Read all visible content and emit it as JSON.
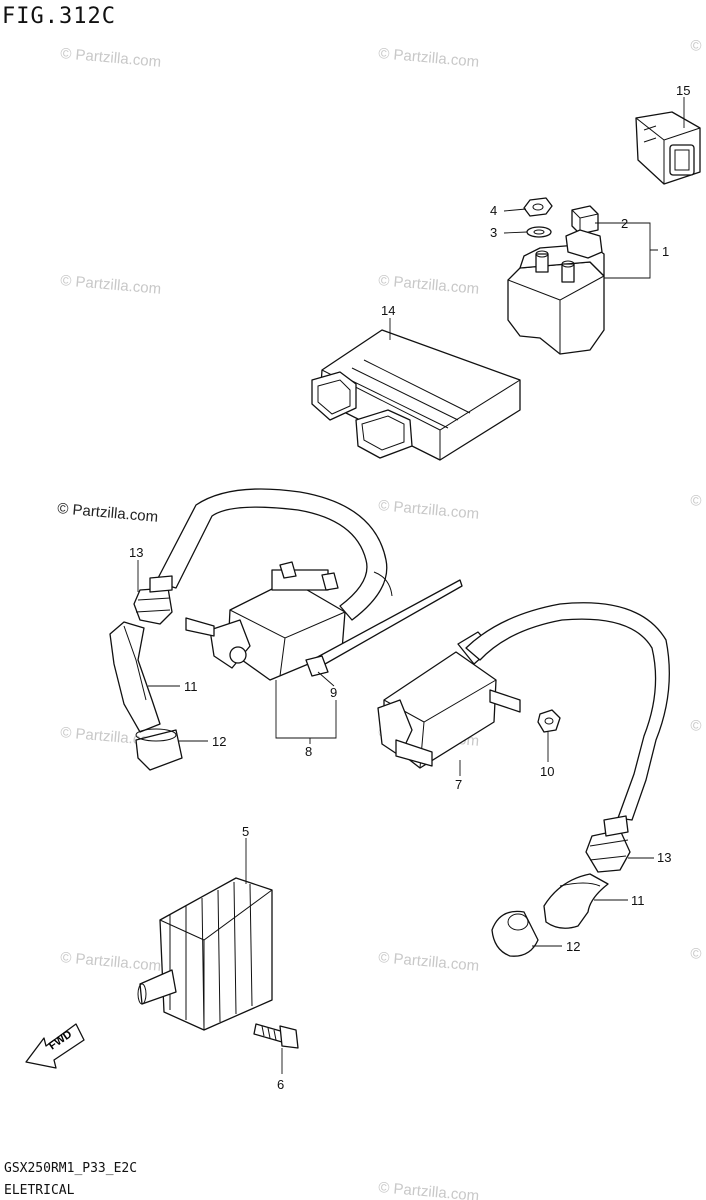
{
  "header": {
    "figure": "FIG.312C"
  },
  "footer": {
    "model_code": "GSX250RM1_P33_E2C",
    "section": "ELETRICAL"
  },
  "watermark": {
    "text": "© Partzilla.com",
    "color": "#c8c8c8"
  },
  "callouts": [
    "1",
    "2",
    "3",
    "4",
    "5",
    "6",
    "7",
    "8",
    "9",
    "10",
    "11",
    "12",
    "13",
    "14",
    "15",
    "11",
    "12",
    "13"
  ],
  "colors": {
    "line": "#111111",
    "background": "#ffffff"
  },
  "icons": {
    "fwd_arrow": "fwd-arrow-icon"
  },
  "fwd_label": "FWD"
}
